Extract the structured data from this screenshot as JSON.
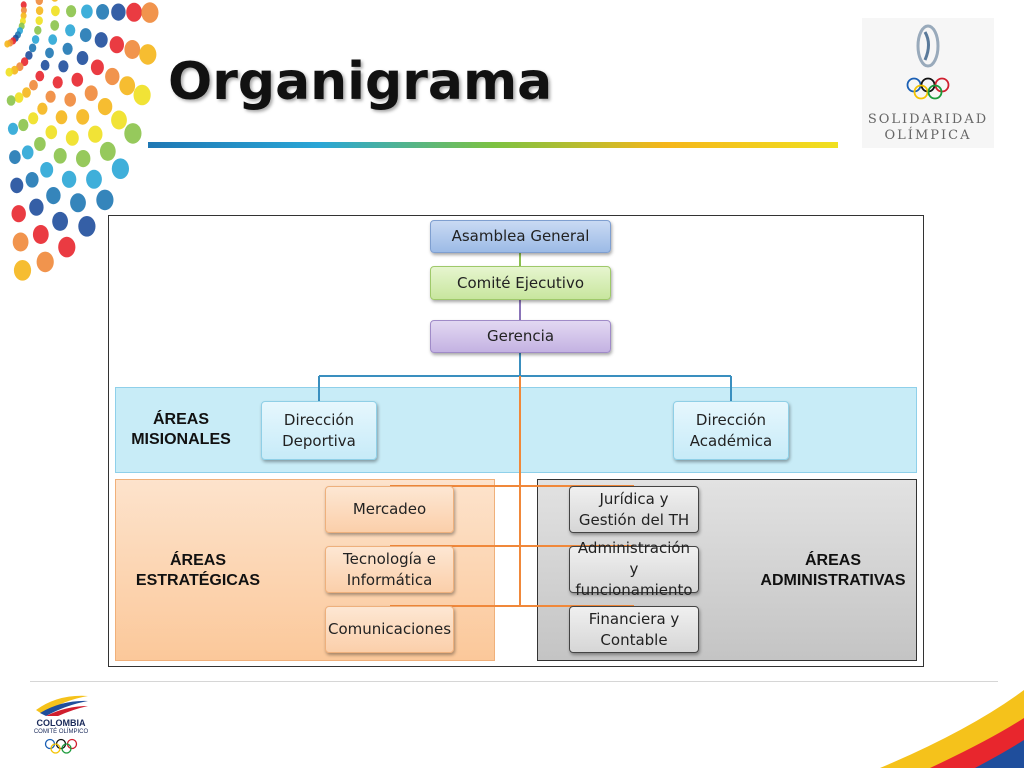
{
  "slide": {
    "title": "Organigrama",
    "brand_top": {
      "line1": "SOLIDARIDAD",
      "line2": "OLÍMPICA"
    },
    "brand_bottom": {
      "line1": "COLOMBIA",
      "line2": "COMITÉ OLÍMPICO"
    }
  },
  "org_chart": {
    "nodes": {
      "asamblea": "Asamblea General",
      "comite": "Comité Ejecutivo",
      "gerencia": "Gerencia",
      "dir_deportiva": "Dirección\nDeportiva",
      "dir_academica": "Dirección\nAcadémica",
      "mercadeo": "Mercadeo",
      "tecnologia": "Tecnología e\nInformática",
      "comunicaciones": "Comunicaciones",
      "juridica": "Jurídica y\nGestión del TH",
      "administracion": "Administración y\nfuncionamiento",
      "financiera": "Financiera y\nContable"
    },
    "areas": {
      "misionales": "ÁREAS\nMISIONALES",
      "estrategicas": "ÁREAS\nESTRATÉGICAS",
      "administrativas": "ÁREAS\nADMINISTRATIVAS"
    }
  },
  "colors": {
    "asamblea": "#a9c4ea",
    "comite": "#d4ecb0",
    "gerencia": "#cdbde6",
    "misionales_band": "#c8ecf7",
    "estrategicas_band": "#fbcaa0",
    "administrativas_band": "#d2d2d2",
    "blue_line": "#3a8fbf",
    "orange_line": "#f0883a"
  }
}
